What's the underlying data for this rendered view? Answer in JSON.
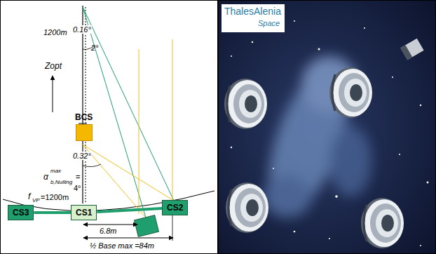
{
  "diagram": {
    "nodes": [
      {
        "text": [
          "BCS"
        ]
      },
      {
        "text": [
          "CS3"
        ]
      },
      {
        "text": [
          "CS1"
        ]
      },
      {
        "text": [
          "CS2"
        ]
      }
    ],
    "edges": [
      {
        "from": 1,
        "to": 2,
        "arrow": "none"
      },
      {
        "from": 2,
        "to": 3,
        "arrow": "none"
      }
    ],
    "labels": [
      "1200m",
      "0.16°",
      "2°",
      "Zopt",
      "0.32°",
      "α",
      "max",
      "b,Nulling",
      "=",
      "4°",
      "f",
      "VP",
      "=1200m",
      "6.8m",
      "½ Base max =84m",
      "ThalesAlenia",
      "Space"
    ]
  }
}
